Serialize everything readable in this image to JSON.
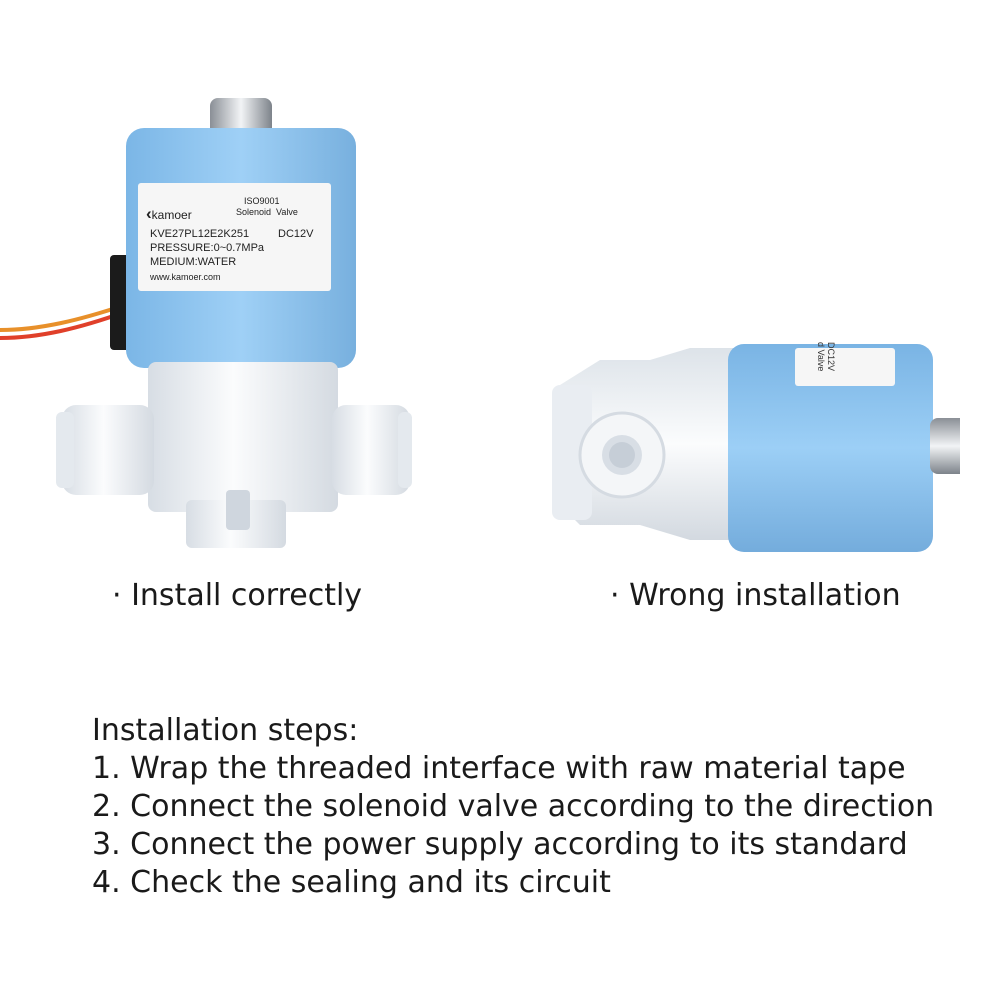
{
  "product_label": {
    "brand": "kamoer",
    "cert": "ISO9001",
    "type": "Solenoid  Valve",
    "model": "KVE27PL12E2K251",
    "voltage": "DC12V",
    "pressure": "PRESSURE:0~0.7MPa",
    "medium": "MEDIUM:WATER",
    "website": "www.kamoer.com"
  },
  "right_label": {
    "line1": "DC12V",
    "line2": "d Valve"
  },
  "captions": {
    "correct": "· Install correctly",
    "wrong": "· Wrong installation"
  },
  "instructions": {
    "heading": "Installation steps:",
    "steps": [
      "1. Wrap the threaded interface with raw material tape",
      "2. Connect the solenoid valve according to the direction",
      "3. Connect the power supply according to its standard",
      "4. Check the sealing and its circuit"
    ]
  },
  "colors": {
    "coil_blue": "#8fc3ee",
    "body_white": "#eef2f6",
    "wire_red": "#e0402a",
    "wire_orange": "#e8902a"
  }
}
